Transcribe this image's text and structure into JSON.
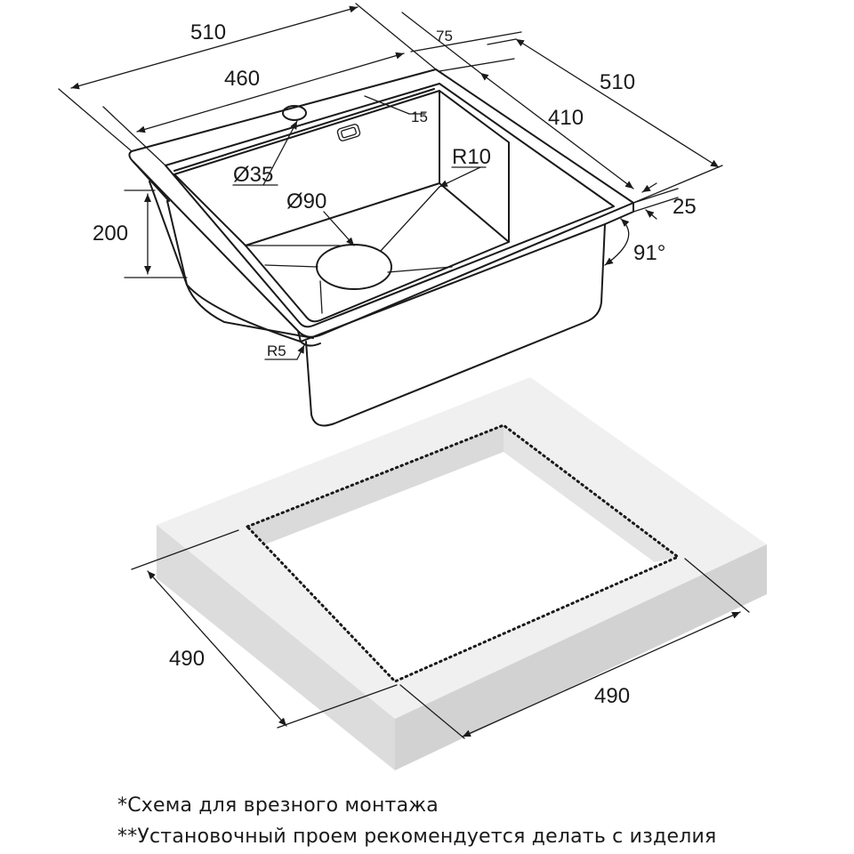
{
  "dimensions": {
    "outer_width_top": "510",
    "inner_width_top": "460",
    "rim_offset": "75",
    "outer_depth_side": "510",
    "inner_depth_side": "410",
    "flange_label": "15",
    "tap_hole": "Ø35",
    "drain": "Ø90",
    "corner_radius_bowl": "R10",
    "bowl_height": "200",
    "rim_thickness": "25",
    "wall_angle": "91°",
    "corner_radius_rim": "R5",
    "cutout_left": "490",
    "cutout_right": "490"
  },
  "notes": {
    "line1": "*Схема для врезного монтажа",
    "line2": "**Установочный проем рекомендуется делать с изделия"
  },
  "colors": {
    "ink": "#1a1a1a",
    "countertop_top": "#f0f0f0",
    "countertop_side": "#e0e0e0",
    "countertop_front": "#d6d6d6"
  }
}
